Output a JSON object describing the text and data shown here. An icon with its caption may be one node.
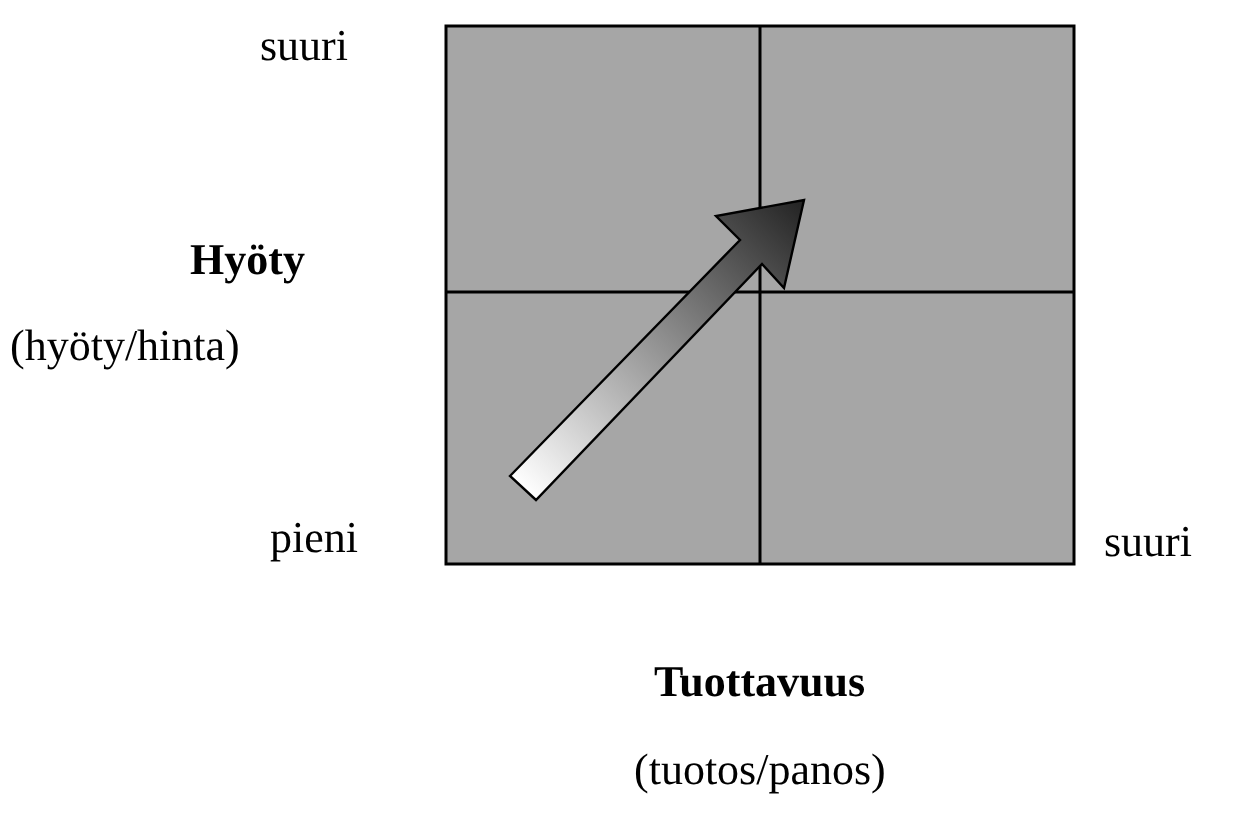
{
  "diagram": {
    "labels": [
      "suuri",
      "Hyöty",
      "(hyöty/hinta)",
      "pieni",
      "suuri",
      "Tuottavuus",
      "(tuotos/panos)"
    ]
  }
}
